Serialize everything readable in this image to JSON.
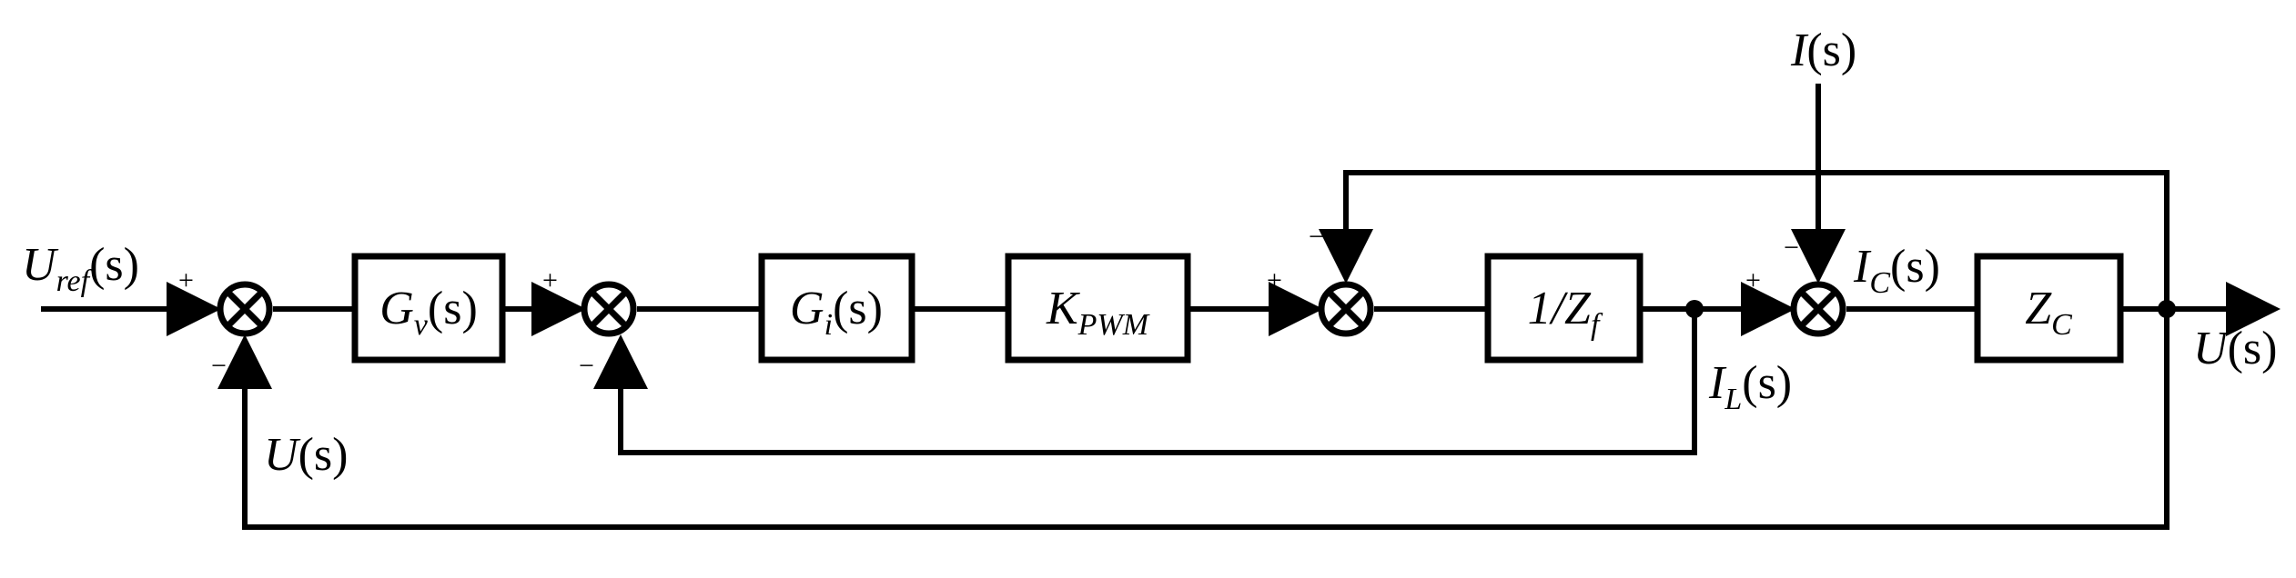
{
  "diagram": {
    "blocks": {
      "gv": {
        "main": "G",
        "sub": "v",
        "tail": "(s)"
      },
      "gi": {
        "main": "G",
        "sub": "i",
        "tail": "(s)"
      },
      "kpwm": {
        "main": "K",
        "sub": "PWM",
        "tail": ""
      },
      "zf": {
        "main": "1/Z",
        "sub": "f",
        "tail": ""
      },
      "zc": {
        "main": "Z",
        "sub": "C",
        "tail": ""
      }
    },
    "signals": {
      "uref": {
        "main": "U",
        "sub": "ref",
        "tail": "(s)"
      },
      "u_feedback": {
        "main": "U",
        "sub": "",
        "tail": "(s)"
      },
      "il": {
        "main": "I",
        "sub": "L",
        "tail": "(s)"
      },
      "ic": {
        "main": "I",
        "sub": "C",
        "tail": "(s)"
      },
      "i_dist": {
        "main": "I",
        "sub": "",
        "tail": "(s)"
      },
      "u_out": {
        "main": "U",
        "sub": "",
        "tail": "(s)"
      }
    },
    "signs": {
      "plus": "+",
      "minus": "−"
    }
  }
}
